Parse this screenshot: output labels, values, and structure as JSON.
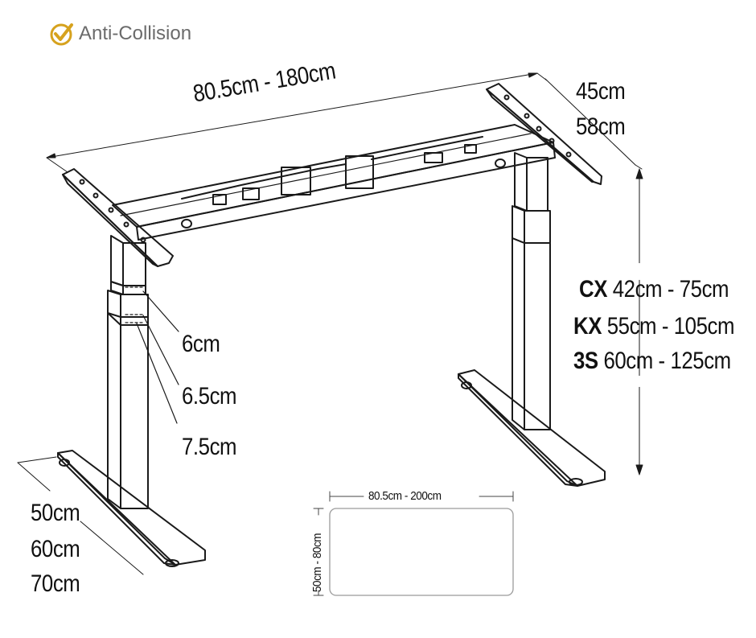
{
  "badge": {
    "label": "Anti-Collision",
    "icon": "check-seal-icon",
    "icon_color": "#d6a21e"
  },
  "dimensions": {
    "width_range": "80.5cm - 180cm",
    "depth_values": [
      "45cm",
      "58cm"
    ],
    "height": [
      {
        "model": "CX",
        "range": "42cm - 75cm"
      },
      {
        "model": "KX",
        "range": "55cm - 105cm"
      },
      {
        "model": "3S",
        "range": "60cm - 125cm"
      }
    ],
    "column_stages": [
      "6cm",
      "6.5cm",
      "7.5cm"
    ],
    "foot_lengths": [
      "50cm",
      "60cm",
      "70cm"
    ]
  },
  "tabletop": {
    "width_label": "80.5cm - 200cm",
    "depth_label": "50cm - 80cm"
  }
}
